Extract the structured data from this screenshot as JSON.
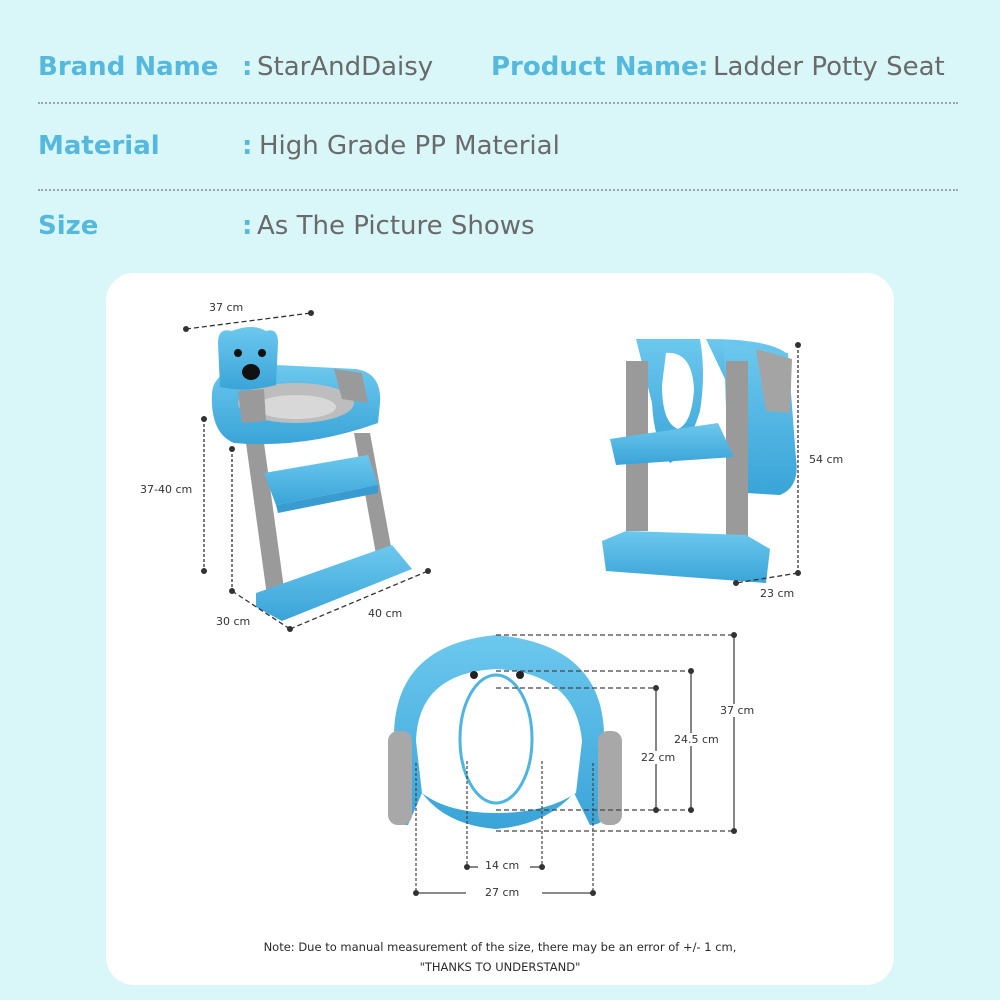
{
  "specs": {
    "brand": {
      "label": "Brand Name",
      "colon": ":",
      "value": "StarAndDaisy"
    },
    "product": {
      "label": "Product Name",
      "colon": ":",
      "value": "Ladder Potty Seat"
    },
    "material": {
      "label": "Material",
      "colon": ":",
      "value": "High Grade PP Material"
    },
    "size": {
      "label": "Size",
      "colon": ":",
      "value": "As The Picture Shows"
    }
  },
  "colors": {
    "background": "#d9f6f9",
    "label_blue": "#54b9dc",
    "value_gray": "#6a6a6a",
    "product_blue": "#4fb4e2",
    "product_gray": "#9a9a9a"
  },
  "diagrams": {
    "front_view": {
      "width_top": "37 cm",
      "height": "37-40 cm",
      "depth": "30 cm",
      "width_base": "40 cm"
    },
    "side_view": {
      "height": "54 cm",
      "depth": "23 cm"
    },
    "seat_view": {
      "outer_length": "37 cm",
      "inner_length": "24.5 cm",
      "opening_length": "22 cm",
      "opening_width": "14 cm",
      "outer_width": "27 cm"
    }
  },
  "note": {
    "line1": "Note: Due to manual measurement of the size, there may be an error of +/- 1 cm,",
    "line2": "\"THANKS TO UNDERSTAND\""
  }
}
